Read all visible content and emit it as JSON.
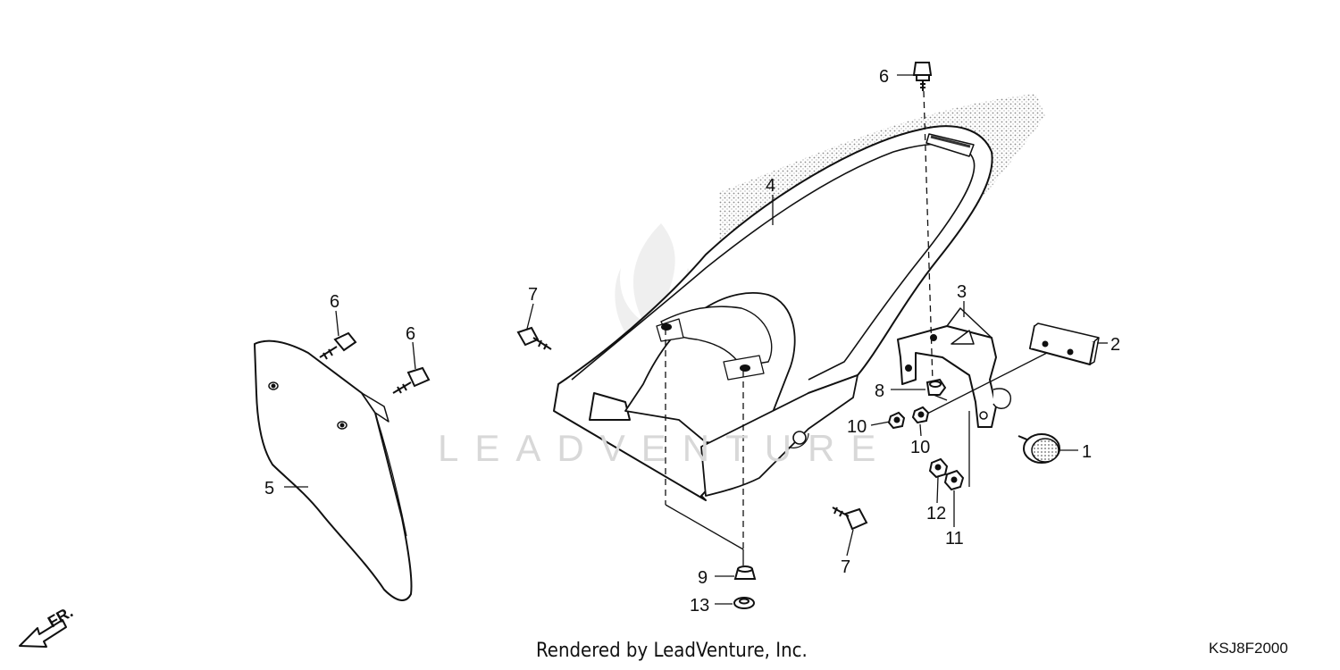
{
  "diagram": {
    "callouts": {
      "c1": "1",
      "c2": "2",
      "c3": "3",
      "c4": "4",
      "c5": "5",
      "c6a": "6",
      "c6b": "6",
      "c6c": "6",
      "c7a": "7",
      "c7b": "7",
      "c8": "8",
      "c9": "9",
      "c10a": "10",
      "c10b": "10",
      "c11": "11",
      "c12": "12",
      "c13": "13"
    },
    "direction_label": "FR.",
    "watermark": "LEADVENTURE"
  },
  "footer": {
    "credit": "Rendered by LeadVenture, Inc.",
    "code": "KSJ8F2000"
  },
  "colors": {
    "line": "#111111",
    "watermark": "#d8d8d8",
    "stipple": "#9a9a9a"
  }
}
